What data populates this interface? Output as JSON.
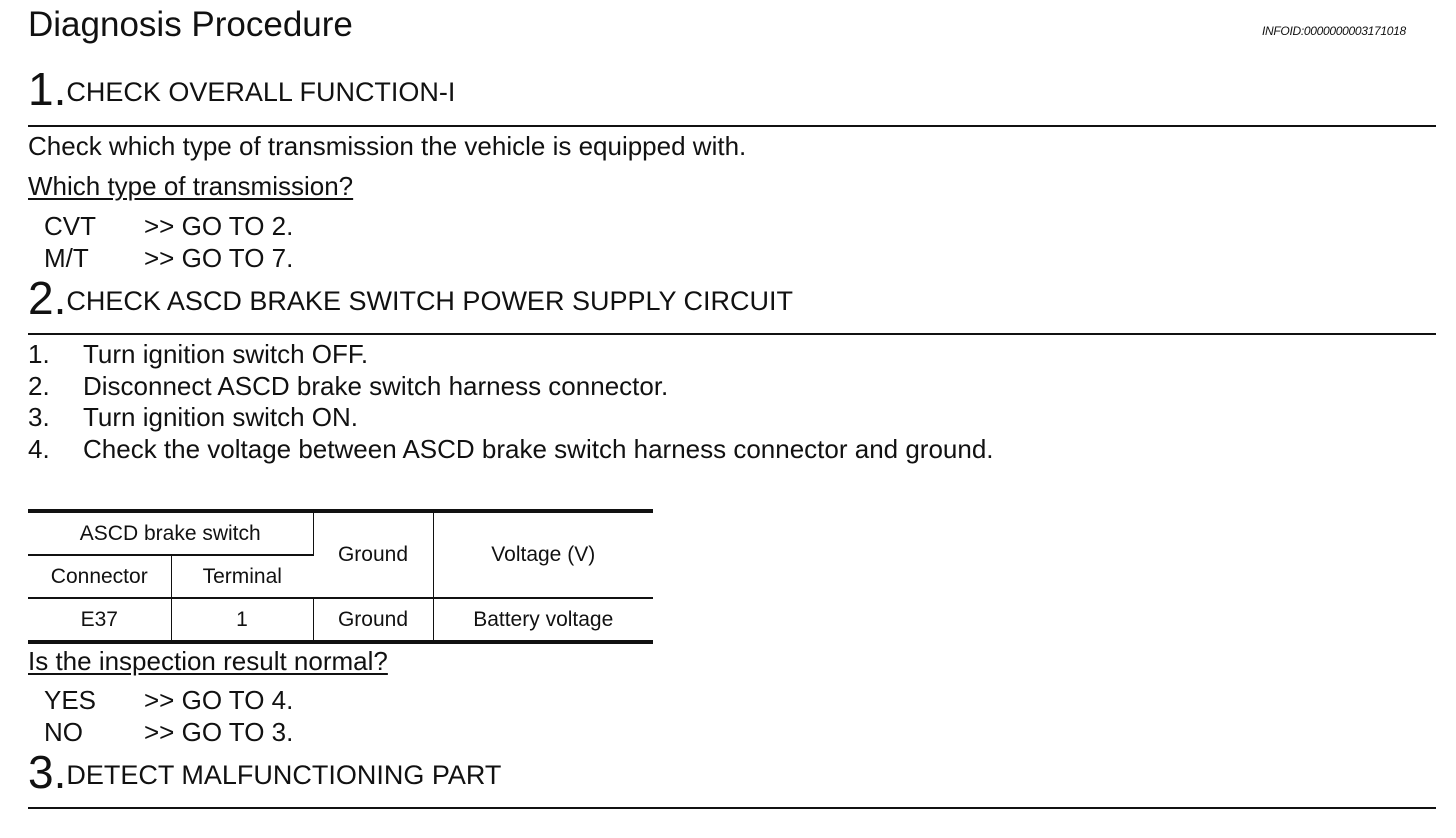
{
  "header": {
    "title": "Diagnosis Procedure",
    "info_id": "INFOID:0000000003171018"
  },
  "steps": [
    {
      "number": "1.",
      "title": "CHECK OVERALL FUNCTION-I",
      "text": "Check which type of transmission the vehicle is equipped with.",
      "question": "Which type of transmission?",
      "answers": [
        {
          "key": "CVT",
          "action": ">> GO TO 2."
        },
        {
          "key": "M/T",
          "action": ">> GO TO 7."
        }
      ]
    },
    {
      "number": "2.",
      "title": "CHECK ASCD BRAKE SWITCH POWER SUPPLY CIRCUIT",
      "instructions": [
        {
          "num": "1.",
          "text": "Turn ignition switch OFF."
        },
        {
          "num": "2.",
          "text": "Disconnect ASCD brake switch harness connector."
        },
        {
          "num": "3.",
          "text": "Turn ignition switch ON."
        },
        {
          "num": "4.",
          "text": "Check the voltage between ASCD brake switch harness connector and ground."
        }
      ],
      "table": {
        "group_header": "ASCD brake switch",
        "headers": {
          "connector": "Connector",
          "terminal": "Terminal",
          "ground": "Ground",
          "voltage": "Voltage (V)"
        },
        "rows": [
          {
            "connector": "E37",
            "terminal": "1",
            "ground": "Ground",
            "voltage": "Battery voltage"
          }
        ]
      },
      "question": "Is the inspection result normal?",
      "answers": [
        {
          "key": "YES",
          "action": ">> GO TO 4."
        },
        {
          "key": "NO",
          "action": ">> GO TO 3."
        }
      ]
    },
    {
      "number": "3.",
      "title": "DETECT MALFUNCTIONING PART"
    }
  ]
}
